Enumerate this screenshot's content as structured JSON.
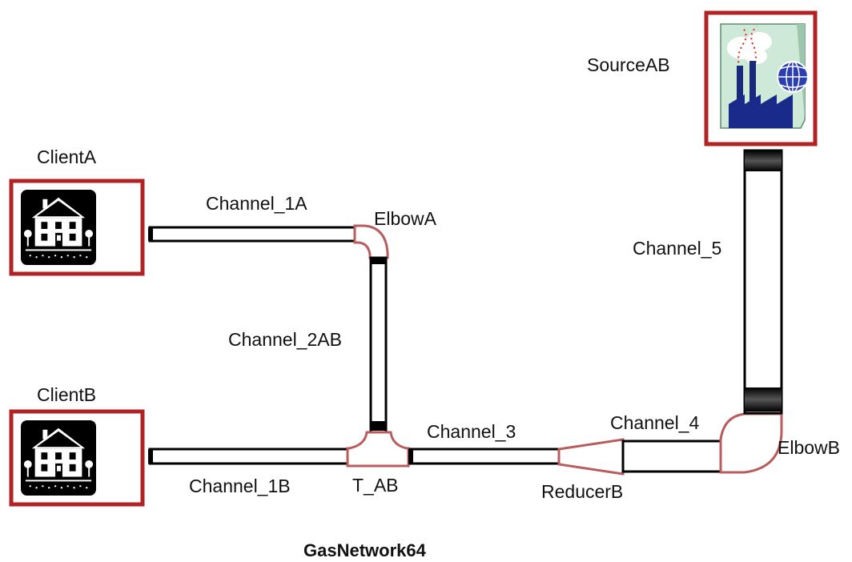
{
  "diagram": {
    "title": "GasNetwork64",
    "colors": {
      "frame": "#B22222",
      "fitting": "#B85C5C",
      "pipe_stroke": "#000000",
      "pipe_fill": "#ffffff",
      "text": "#111111"
    },
    "nodes": {
      "client_a": {
        "label": "ClientA",
        "icon": "house-icon"
      },
      "client_b": {
        "label": "ClientB",
        "icon": "house-icon"
      },
      "source_ab": {
        "label": "SourceAB",
        "icon": "factory-globe-icon"
      }
    },
    "pipes": {
      "channel_1a": "Channel_1A",
      "channel_2ab": "Channel_2AB",
      "channel_1b": "Channel_1B",
      "channel_3": "Channel_3",
      "channel_4": "Channel_4",
      "channel_5": "Channel_5"
    },
    "fittings": {
      "elbow_a": "ElbowA",
      "t_ab": "T_AB",
      "reducer_b": "ReducerB",
      "elbow_b": "ElbowB"
    }
  }
}
